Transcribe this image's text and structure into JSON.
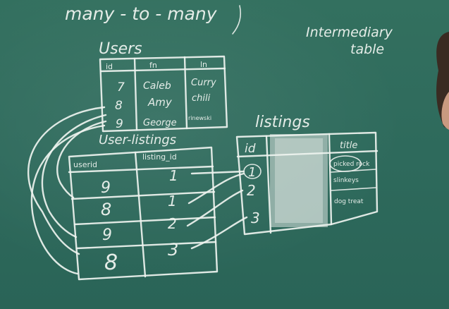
{
  "board": {
    "title": "many - to - many",
    "note_line1": "Intermediary",
    "note_line2": "table"
  },
  "users": {
    "label": "Users",
    "headers": [
      "id",
      "fn",
      "ln"
    ],
    "rows": [
      [
        "7",
        "Caleb",
        "Curry"
      ],
      [
        "8",
        "Amy",
        "chili"
      ],
      [
        "9",
        "George",
        "rinewski"
      ]
    ]
  },
  "user_listings": {
    "label": "User-listings",
    "headers": [
      "userid",
      "listing_id"
    ],
    "rows": [
      [
        "9",
        "1"
      ],
      [
        "8",
        "1"
      ],
      [
        "9",
        "2"
      ],
      [
        "8",
        "3"
      ]
    ]
  },
  "listings": {
    "label": "listings",
    "headers": [
      "id",
      "title"
    ],
    "rows": [
      [
        "1",
        "picked rock"
      ],
      [
        "2",
        "slinkeys"
      ],
      [
        "3",
        "dog treat"
      ]
    ]
  }
}
